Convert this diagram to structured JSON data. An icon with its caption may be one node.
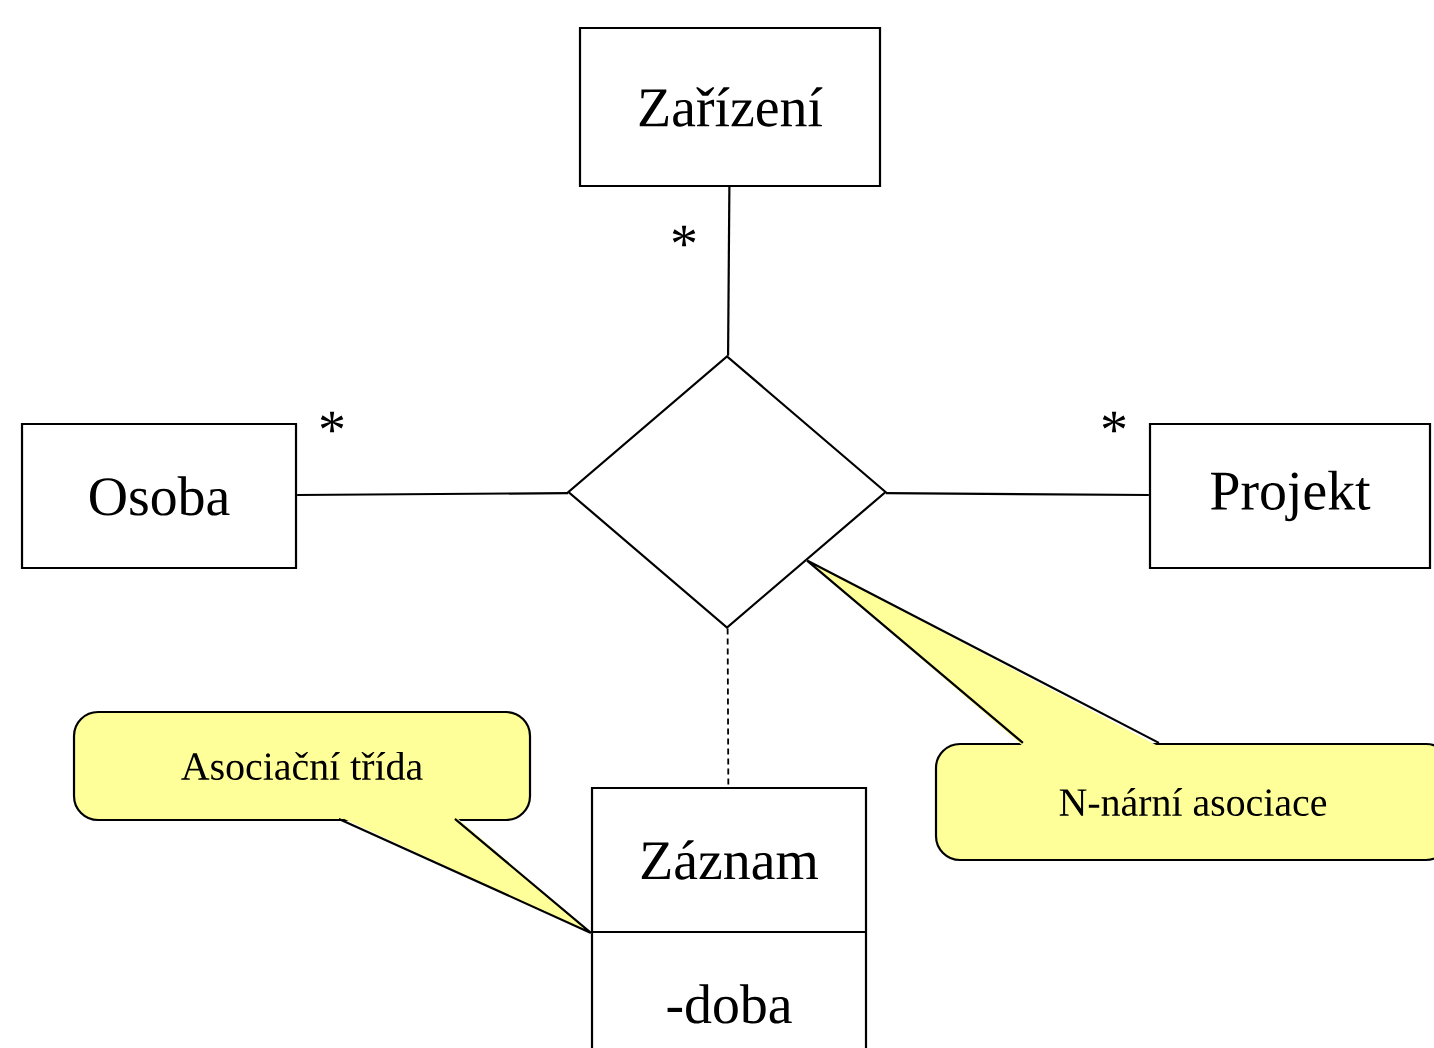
{
  "diagram": {
    "nodes": [
      {
        "text": [
          "Zařízení"
        ]
      },
      {
        "text": [
          "Osoba"
        ]
      },
      {
        "text": [],
        "shape": "diamond"
      },
      {
        "text": [
          "Projekt"
        ]
      },
      {
        "text": [
          "Záznam",
          "-doba"
        ]
      },
      {
        "text": [
          "Asociační třída"
        ]
      },
      {
        "text": [
          "N-nární asociace"
        ]
      }
    ],
    "edges": [
      {
        "from": 0,
        "to": 2,
        "arrow": "none"
      },
      {
        "from": 1,
        "to": 2,
        "arrow": "none"
      },
      {
        "from": 3,
        "to": 2,
        "arrow": "none"
      },
      {
        "from": 2,
        "to": 4,
        "arrow": "none",
        "style": "dashed"
      },
      {
        "from": 5,
        "to": 4,
        "arrow": "none"
      },
      {
        "from": 6,
        "to": 2,
        "arrow": "none"
      }
    ],
    "labels": [
      "*",
      "*",
      "*"
    ]
  }
}
